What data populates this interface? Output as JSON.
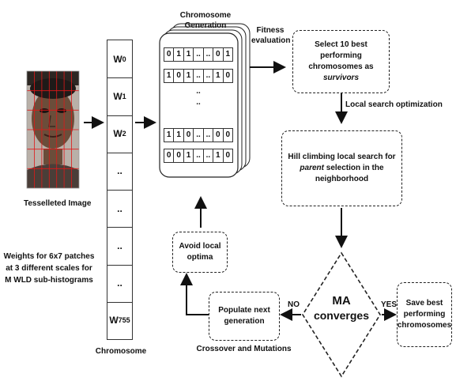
{
  "image_caption": "Tesselleted Image",
  "weights_text": "Weights  for 6x7 patches at 3 different scales for M WLD sub-histograms",
  "chromosome_label": "Chromosome",
  "chromosome_cells": [
    {
      "base": "W",
      "sub": "0"
    },
    {
      "base": "W",
      "sub": "1"
    },
    {
      "base": "W",
      "sub": "2"
    },
    {
      "base": "..",
      "sub": ""
    },
    {
      "base": "..",
      "sub": ""
    },
    {
      "base": "..",
      "sub": ""
    },
    {
      "base": "..",
      "sub": ""
    },
    {
      "base": "W",
      "sub": "755"
    }
  ],
  "generation_title": "Chromosome Generation",
  "generation_rows": [
    [
      "0",
      "1",
      "1",
      "..",
      "..",
      "0",
      "1"
    ],
    [
      "1",
      "0",
      "1",
      "..",
      "..",
      "1",
      "0"
    ],
    [
      "1",
      "1",
      "0",
      "..",
      "..",
      "0",
      "0"
    ],
    [
      "0",
      "0",
      "1",
      "..",
      "..",
      "1",
      "0"
    ]
  ],
  "generation_dots": "..",
  "fitness_label": "Fitness evaluation",
  "survivors_box": {
    "prefix": "Select 10 best performing chromosomes as ",
    "emph": "survivors"
  },
  "local_search_label": "Local search optimization",
  "hill_box": {
    "prefix": "Hill climbing local search for ",
    "emph": "parent",
    "suffix": " selection in the neighborhood"
  },
  "decision_text": {
    "line1": "MA",
    "line2": "converges"
  },
  "yes_label": "YES",
  "no_label": "NO",
  "save_box": "Save best performing chromosomes",
  "populate_box": "Populate next generation",
  "crossover_label": "Crossover and Mutations",
  "avoid_box": "Avoid local optima"
}
